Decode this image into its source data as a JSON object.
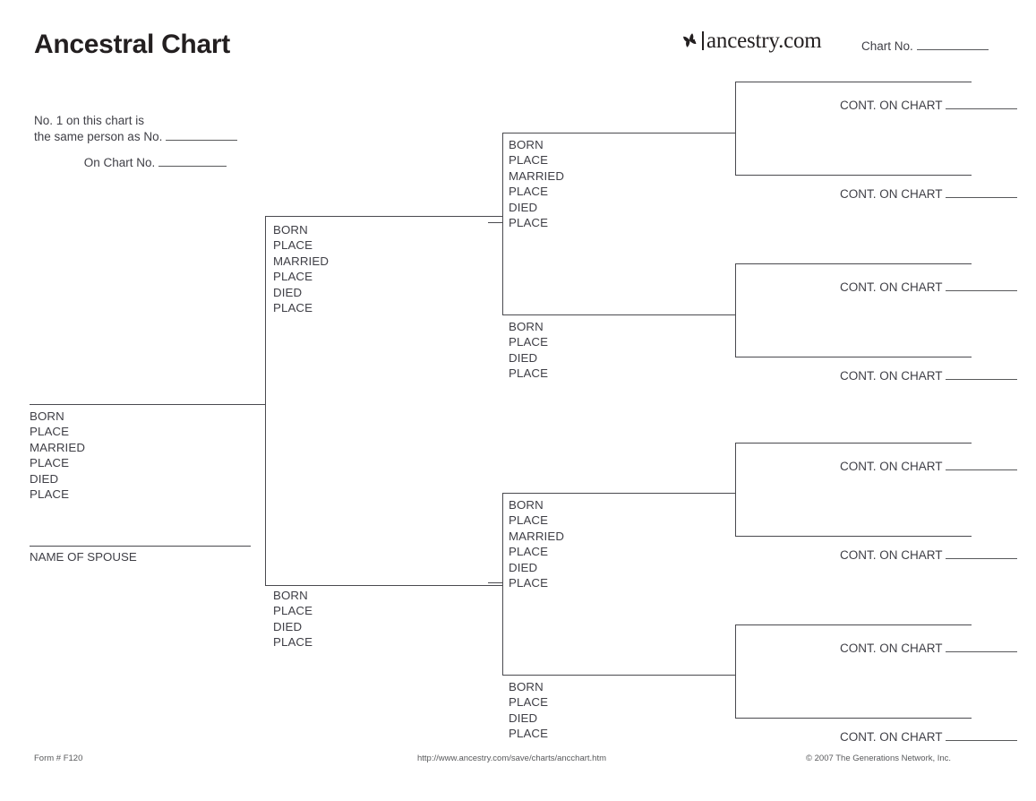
{
  "header": {
    "title": "Ancestral Chart",
    "logo_word": "ancestry.com",
    "logo_icon": "ancestry-leaf-icon",
    "chart_no_label": "Chart No."
  },
  "notes": {
    "same_person_line1": "No. 1 on this chart is",
    "same_person_line2": "the same person as No.",
    "on_chart_no_label": "On Chart No."
  },
  "person_fields": {
    "full": [
      "BORN",
      "PLACE",
      "MARRIED",
      "PLACE",
      "DIED",
      "PLACE"
    ],
    "short": [
      "BORN",
      "PLACE",
      "DIED",
      "PLACE"
    ]
  },
  "person1": {
    "fields": [
      "BORN",
      "PLACE",
      "MARRIED",
      "PLACE",
      "DIED",
      "PLACE"
    ],
    "spouse_label": "NAME OF SPOUSE"
  },
  "generation2": [
    {
      "id": "person-2-father",
      "fields": [
        "BORN",
        "PLACE",
        "MARRIED",
        "PLACE",
        "DIED",
        "PLACE"
      ]
    },
    {
      "id": "person-3-mother",
      "fields": [
        "BORN",
        "PLACE",
        "DIED",
        "PLACE"
      ]
    }
  ],
  "generation3": [
    {
      "id": "person-4",
      "fields": [
        "BORN",
        "PLACE",
        "MARRIED",
        "PLACE",
        "DIED",
        "PLACE"
      ]
    },
    {
      "id": "person-5",
      "fields": [
        "BORN",
        "PLACE",
        "DIED",
        "PLACE"
      ]
    },
    {
      "id": "person-6",
      "fields": [
        "BORN",
        "PLACE",
        "MARRIED",
        "PLACE",
        "DIED",
        "PLACE"
      ]
    },
    {
      "id": "person-7",
      "fields": [
        "BORN",
        "PLACE",
        "DIED",
        "PLACE"
      ]
    }
  ],
  "generation4": [
    {
      "id": "person-8",
      "cont_label": "CONT. ON CHART"
    },
    {
      "id": "person-9",
      "cont_label": "CONT. ON CHART"
    },
    {
      "id": "person-10",
      "cont_label": "CONT. ON CHART"
    },
    {
      "id": "person-11",
      "cont_label": "CONT. ON CHART"
    },
    {
      "id": "person-12",
      "cont_label": "CONT. ON CHART"
    },
    {
      "id": "person-13",
      "cont_label": "CONT. ON CHART"
    },
    {
      "id": "person-14",
      "cont_label": "CONT. ON CHART"
    },
    {
      "id": "person-15",
      "cont_label": "CONT. ON CHART"
    }
  ],
  "footer": {
    "form_number": "Form # F120",
    "url": "http://www.ancestry.com/save/charts/ancchart.htm",
    "copyright": "© 2007 The Generations Network, Inc."
  },
  "colors": {
    "ink": "#231f20",
    "text": "#3f3f46",
    "rule": "#4a4a4f",
    "blank_rule": "#58595b",
    "background": "#ffffff"
  }
}
